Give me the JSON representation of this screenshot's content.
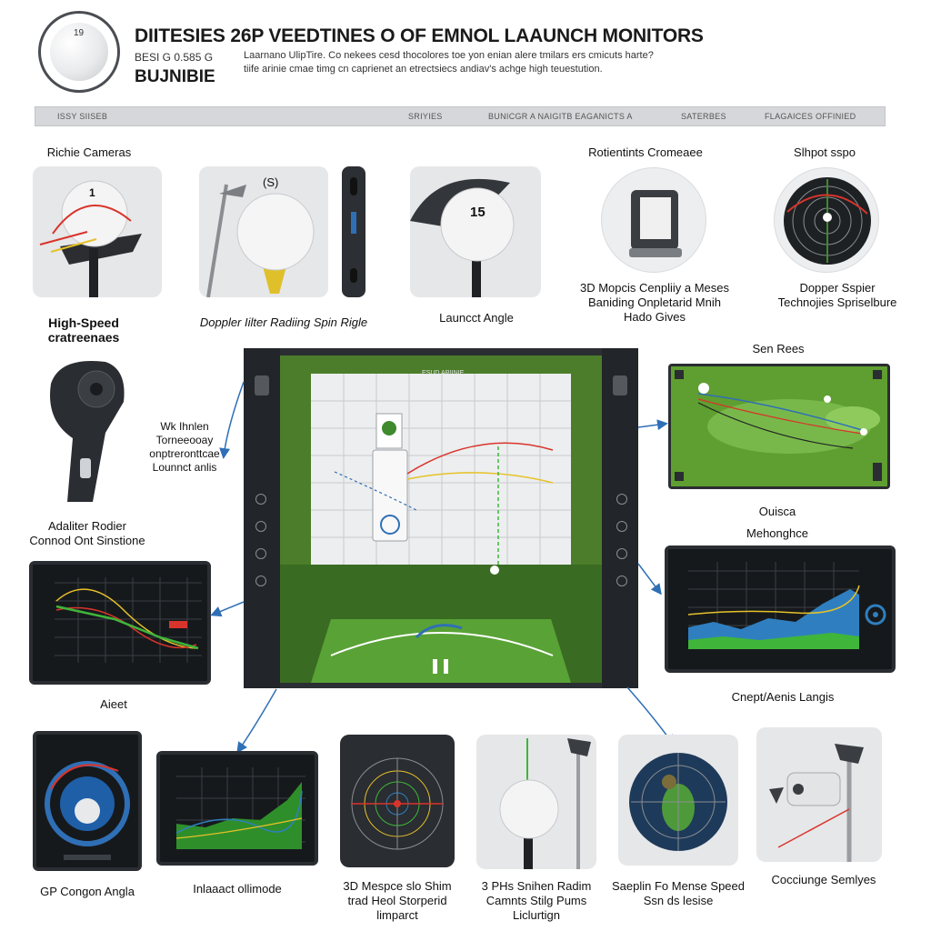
{
  "header": {
    "title": "DIITESIES 26P VEEDTINES O OF EMNOL LAAUNCH MONITORS",
    "sub_left": "BESI G 0.585 G",
    "brand": "BUJNIBIE",
    "desc_line1": "Laarnano UlipTire. Co nekees cesd thocolores toe yon enian alere tmilars ers cmicuts harte?",
    "desc_line2": "tiife arinie cmae timg cn caprienet an etrectsiecs andiav's achge high teuestution.",
    "ball_number": "19"
  },
  "topbar": {
    "items": [
      "ISSY SIISEB",
      "SRIYIES",
      "BUNICGR  A  NAIGITB EAGANICTS  A",
      "SATERBES",
      "FLAGAICES OFFINIED"
    ]
  },
  "features": {
    "row1": [
      {
        "label": "Richie Cameras",
        "ball": "1"
      },
      {
        "label": "",
        "ball": "(S)"
      },
      {
        "label": "",
        "ball": "15"
      },
      {
        "label": "Rotientints Cromeaee"
      },
      {
        "label": "Slhpot sspo"
      }
    ],
    "row1_captions": {
      "high_speed": "High-Speed\ncratreenaes",
      "doppler": "Doppler Iilter Radiing Spin Rigle",
      "launch": "Launcct Angle",
      "mapping": "3D Mopcis Cenpliiy a Meses\nBaniding Onpletarid Mnih\nHado Gives",
      "doppler2": "Dopper Sspier\nTechnojies Spriselbure"
    },
    "left_mid": {
      "wifi": "Wk Ihnlen\nTorneeooay\nonptreronttcae\nLounnct anlis",
      "adapter": "Adaliter Rodier\nConnod Ont Sinstione"
    },
    "right_mid": {
      "sen": "Sen Rees",
      "ouisca": "Ouisca\nMehonghce",
      "cnept": "Cnept/Aenis Langis"
    },
    "left_monitor_label": "Aieet",
    "bottom": [
      {
        "label": "GP Congon Angla"
      },
      {
        "label": "Inlaaact ollimode"
      },
      {
        "label": "3D Mespce slo Shim\ntrad Heol Storperid\nlimparct"
      },
      {
        "label": "3 PHs Snihen Radim\nCamnts Stilg Pums\nLiclurtign"
      },
      {
        "label": "Saeplin Fo Mense Speed\nSsn ds lesise"
      },
      {
        "label": "Cocciunge Semlyes"
      }
    ]
  },
  "center": {
    "screen_header": "ESUD ARIINIE"
  },
  "colors": {
    "accent_green": "#3e8a2c",
    "arrow_blue": "#2f6fb6",
    "trace_red": "#d9342b",
    "trace_yellow": "#e6c229"
  }
}
